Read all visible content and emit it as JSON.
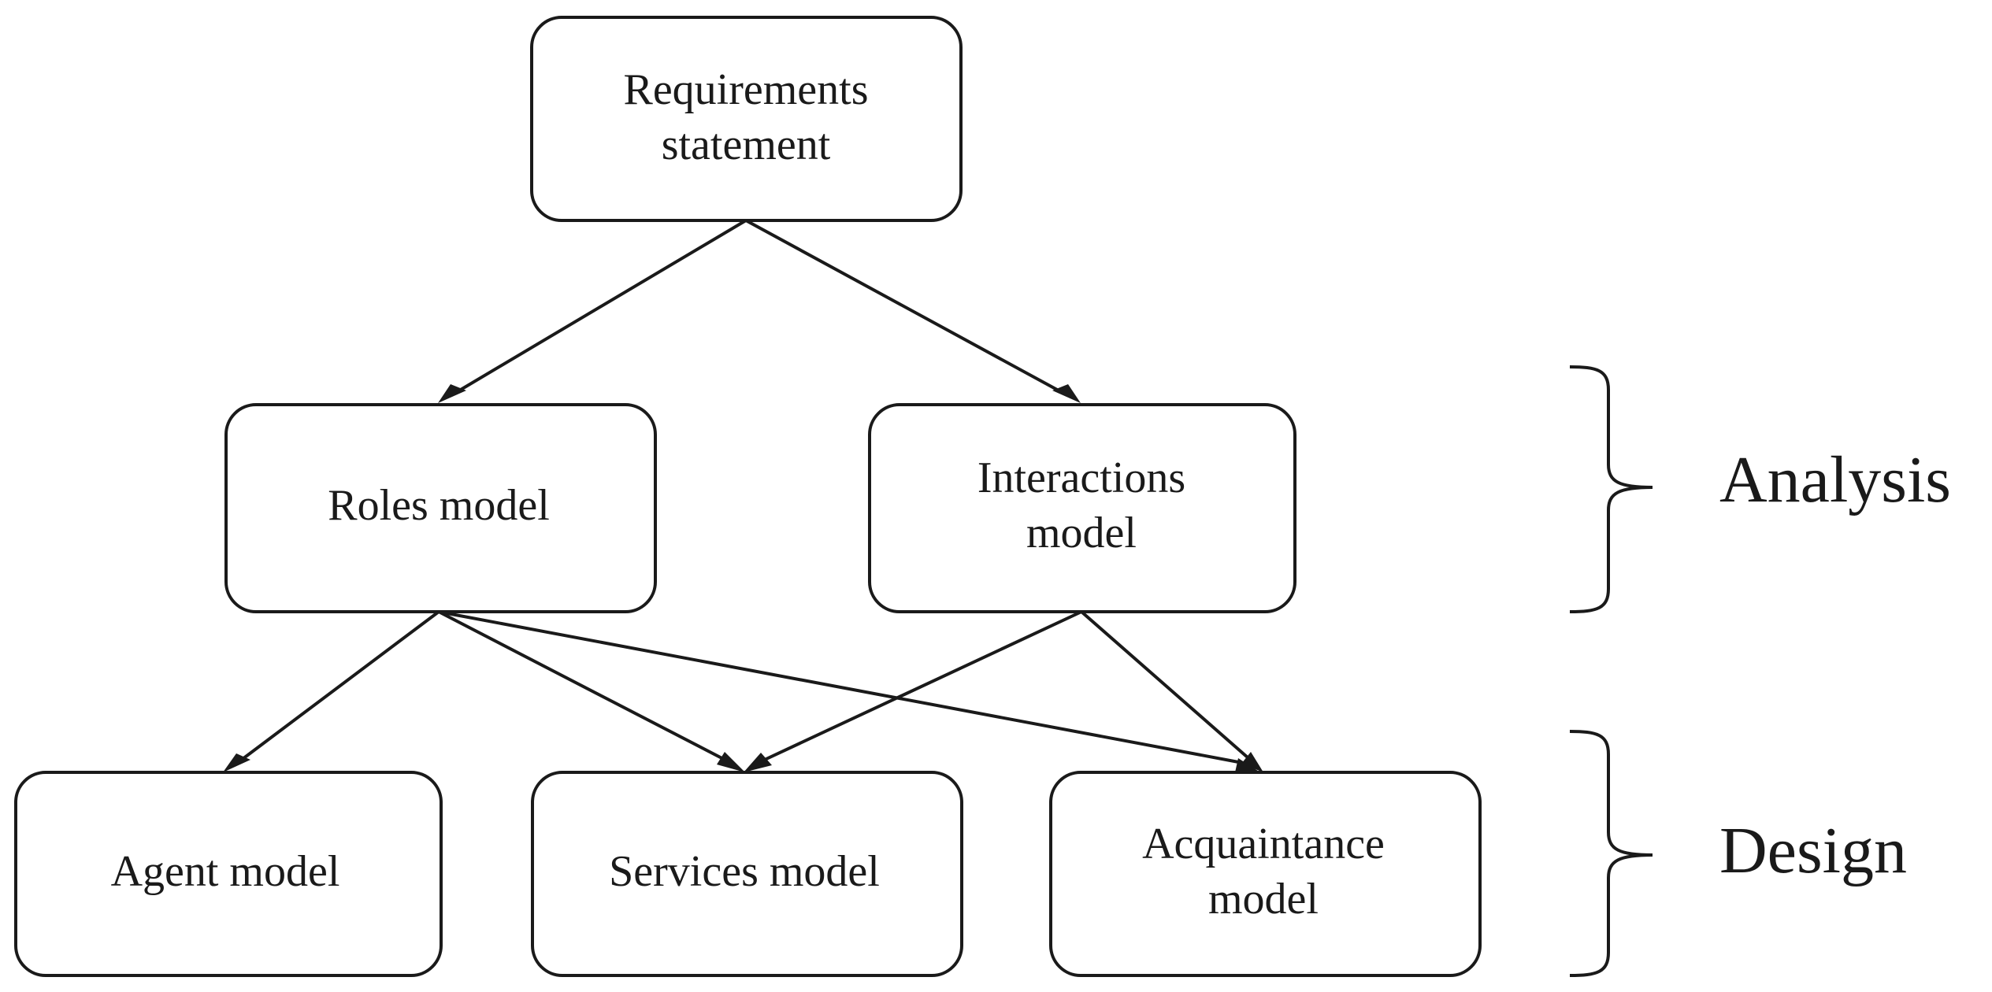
{
  "nodes": {
    "requirements": {
      "lines": [
        "Requirements",
        "statement"
      ]
    },
    "roles": {
      "lines": [
        "Roles model"
      ]
    },
    "interactions": {
      "lines": [
        "Interactions",
        "model"
      ]
    },
    "agent": {
      "lines": [
        "Agent model"
      ]
    },
    "services": {
      "lines": [
        "Services model"
      ]
    },
    "acquaintance": {
      "lines": [
        "Acquaintance",
        "model"
      ]
    }
  },
  "edges": [
    {
      "from": "requirements",
      "to": "roles"
    },
    {
      "from": "requirements",
      "to": "interactions"
    },
    {
      "from": "roles",
      "to": "agent"
    },
    {
      "from": "roles",
      "to": "services"
    },
    {
      "from": "roles",
      "to": "acquaintance"
    },
    {
      "from": "interactions",
      "to": "services"
    },
    {
      "from": "interactions",
      "to": "acquaintance"
    }
  ],
  "phases": {
    "analysis": {
      "label": "Analysis"
    },
    "design": {
      "label": "Design"
    }
  }
}
